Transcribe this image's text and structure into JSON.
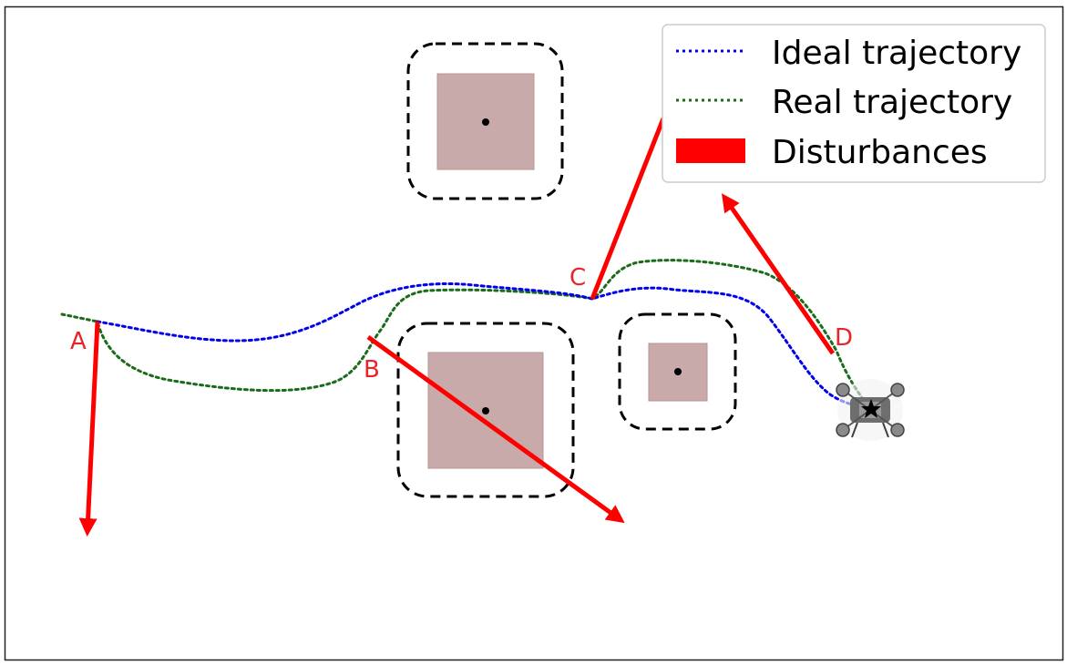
{
  "legend": {
    "items": [
      {
        "label": "Ideal trajectory",
        "color": "#0000ee",
        "style": "dotted"
      },
      {
        "label": "Real trajectory",
        "color": "#1a6b1a",
        "style": "dotted"
      },
      {
        "label": "Disturbances",
        "color": "#ff0000",
        "style": "solid-bar"
      }
    ]
  },
  "disturbance_points": [
    {
      "label": "A"
    },
    {
      "label": "B"
    },
    {
      "label": "C"
    },
    {
      "label": "D"
    }
  ],
  "colors": {
    "obstacle_fill": "#c9aaaa",
    "obstacle_border": "#b89494",
    "safety_boundary": "#000000",
    "disturbance": "#ff0000",
    "label": "#e8232a"
  },
  "icons": {
    "robot": "quadrotor-drone-icon",
    "goal": "star-icon"
  }
}
